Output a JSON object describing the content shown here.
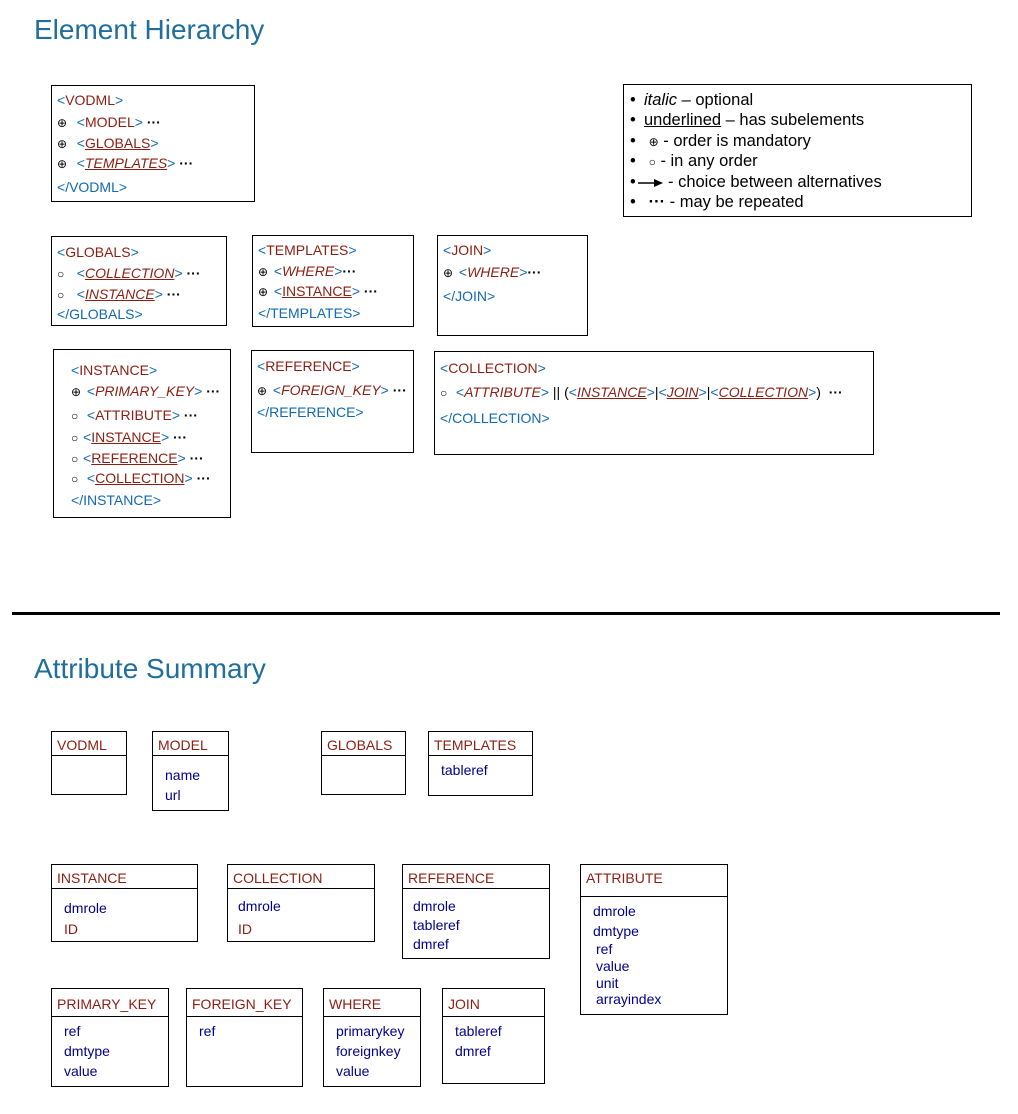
{
  "titles": {
    "hierarchy": "Element Hierarchy",
    "summary": "Attribute Summary"
  },
  "symbols": {
    "plus": "⊕",
    "circle": "○",
    "ellipsis": "···",
    "choice": "||"
  },
  "legend": {
    "italic": "italic",
    "italic_desc": " – optional",
    "underlined": "underlined",
    "underlined_desc": " – has subelements",
    "plus_desc": "- order is mandatory",
    "circle_desc": "- in any order",
    "arrow_desc": "- choice between alternatives",
    "dots_desc": "- may be repeated"
  },
  "hierarchy": {
    "vodml": {
      "open": "VODML",
      "model": "MODEL",
      "globals": "GLOBALS",
      "templates": "TEMPLATES",
      "close": "/VODML"
    },
    "globals": {
      "open": "GLOBALS",
      "collection": "COLLECTION",
      "instance": "INSTANCE",
      "close": "/GLOBALS"
    },
    "templates": {
      "open": "TEMPLATES",
      "where": "WHERE",
      "instance": "INSTANCE",
      "close": "/TEMPLATES"
    },
    "join": {
      "open": "JOIN",
      "where": "WHERE",
      "close": "/JOIN"
    },
    "instance": {
      "open": "INSTANCE",
      "primary_key": "PRIMARY_KEY",
      "attribute": "ATTRIBUTE",
      "instance": "INSTANCE",
      "reference": "REFERENCE",
      "collection": "COLLECTION",
      "close": "/INSTANCE"
    },
    "reference": {
      "open": "REFERENCE",
      "foreign_key": "FOREIGN_KEY",
      "close": "/REFERENCE"
    },
    "collection": {
      "open": "COLLECTION",
      "attribute": "ATTRIBUTE",
      "instance": "INSTANCE",
      "join": "JOIN",
      "collection": "COLLECTION",
      "close": "/COLLECTION"
    }
  },
  "attributes": {
    "vodml": {
      "name": "VODML"
    },
    "model": {
      "name": "MODEL",
      "attrs": [
        "name",
        "url"
      ]
    },
    "globals": {
      "name": "GLOBALS"
    },
    "templates": {
      "name": "TEMPLATES",
      "attrs": [
        "tableref"
      ]
    },
    "instance": {
      "name": "INSTANCE",
      "attrs": [
        "dmrole",
        "ID"
      ]
    },
    "collection": {
      "name": "COLLECTION",
      "attrs": [
        "dmrole",
        "ID"
      ]
    },
    "reference": {
      "name": "REFERENCE",
      "attrs": [
        "dmrole",
        "tableref",
        "dmref"
      ]
    },
    "attribute": {
      "name": "ATTRIBUTE",
      "attrs": [
        "dmrole",
        "dmtype",
        "ref",
        "value",
        "unit",
        "arrayindex"
      ]
    },
    "primary_key": {
      "name": "PRIMARY_KEY",
      "attrs": [
        "ref",
        "dmtype",
        "value"
      ]
    },
    "foreign_key": {
      "name": "FOREIGN_KEY",
      "attrs": [
        "ref"
      ]
    },
    "where": {
      "name": "WHERE",
      "attrs": [
        "primarykey",
        "foreignkey",
        "value"
      ]
    },
    "join": {
      "name": "JOIN",
      "attrs": [
        "tableref",
        "dmref"
      ]
    }
  }
}
